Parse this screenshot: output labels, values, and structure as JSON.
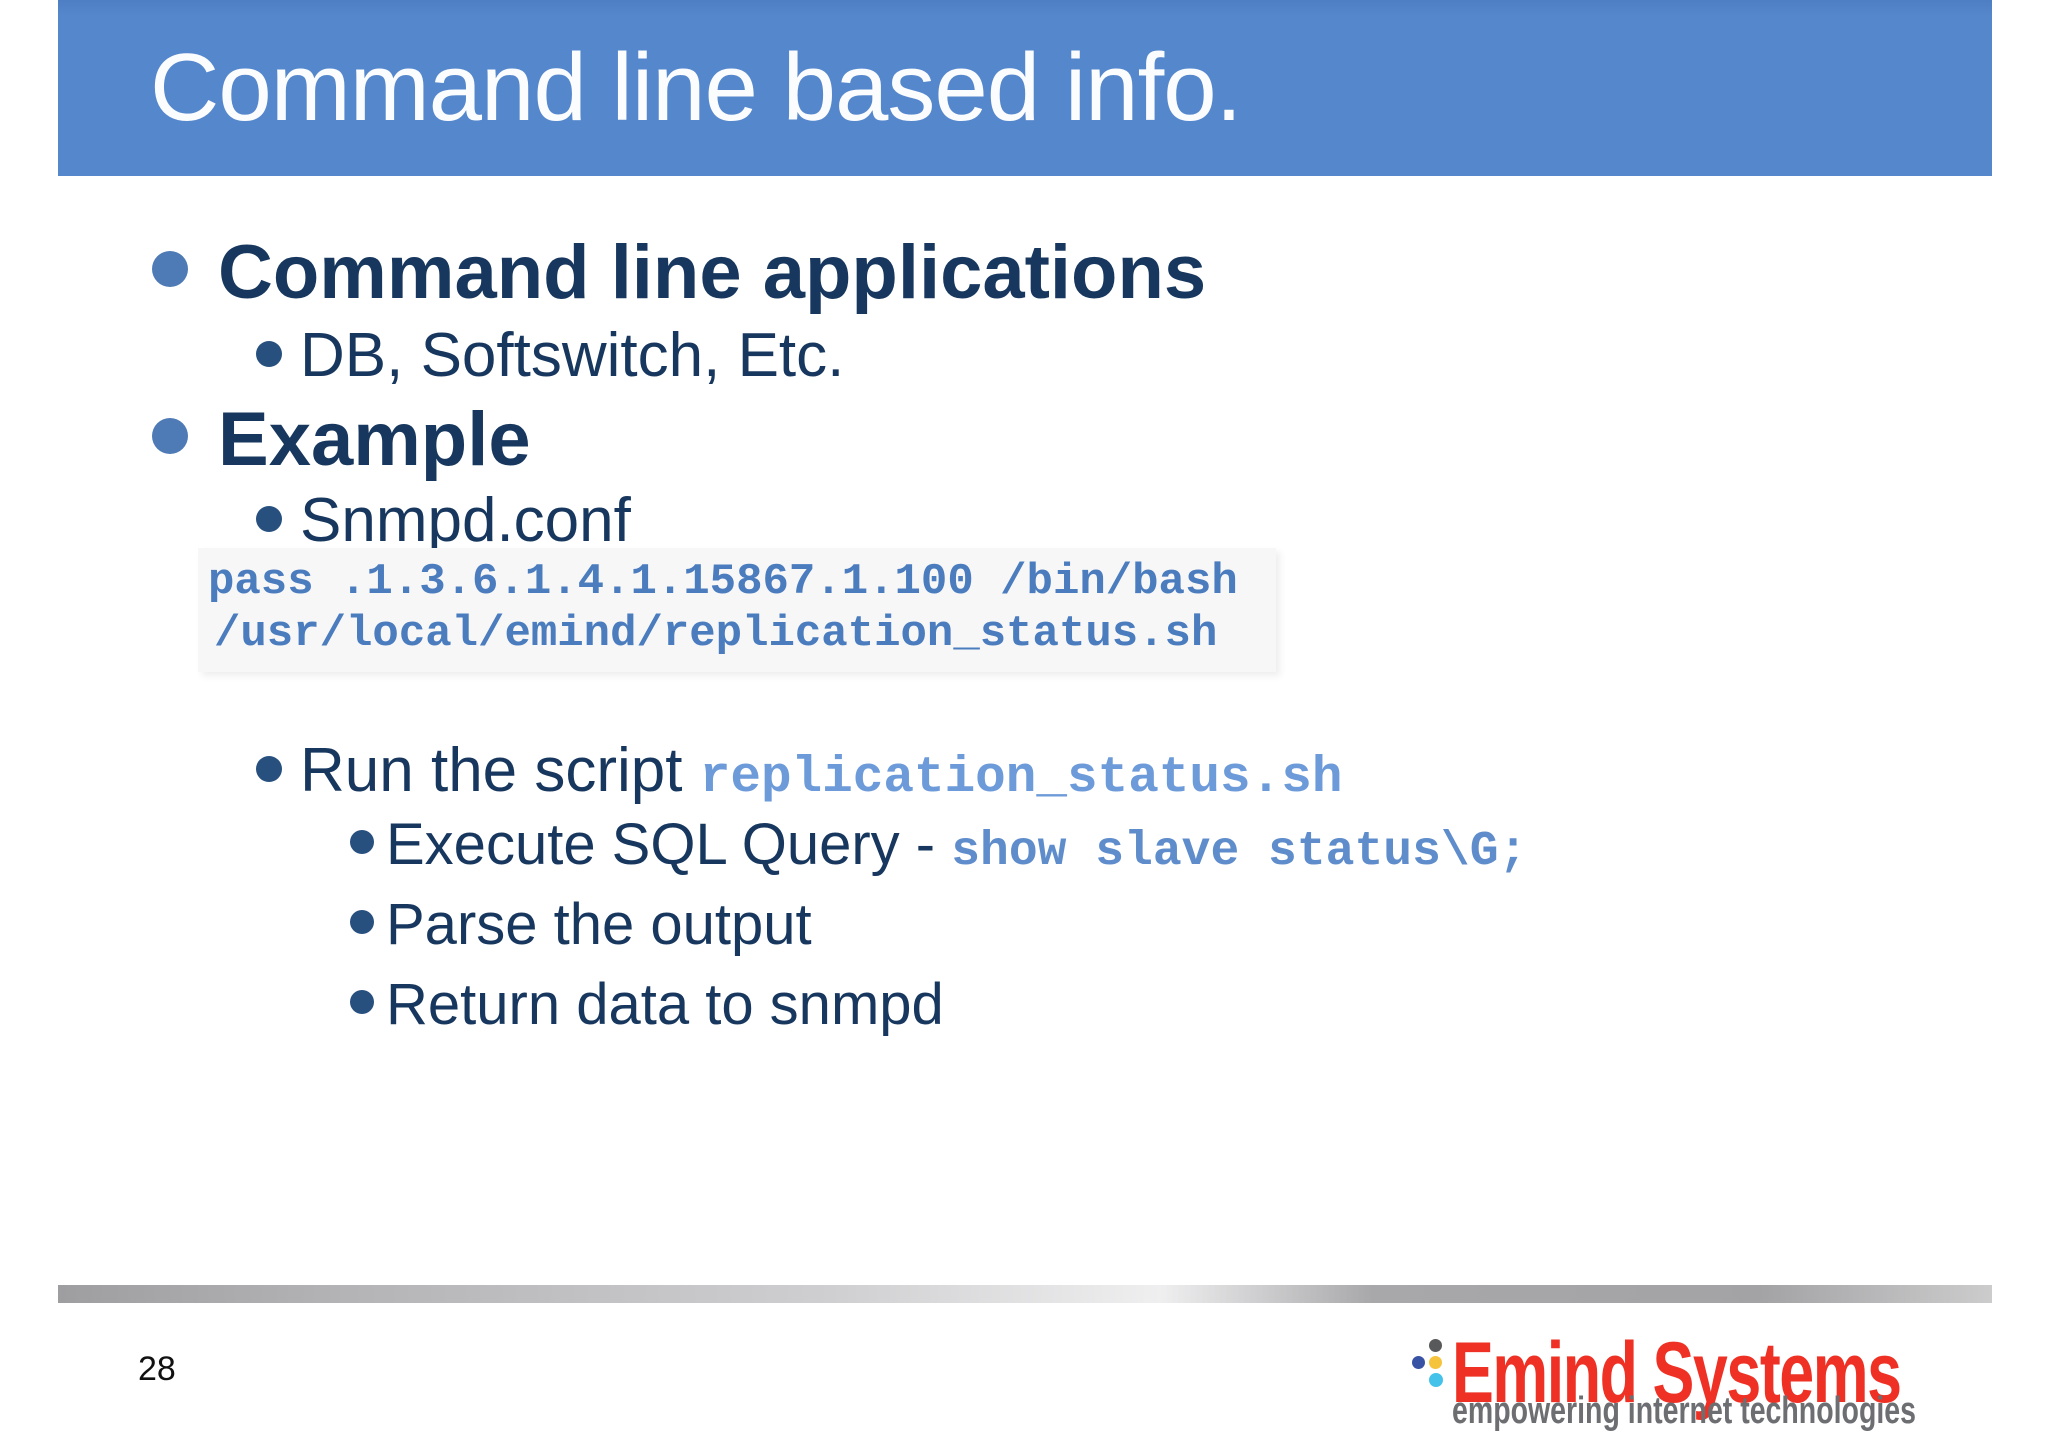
{
  "slide": {
    "title": "Command line based info."
  },
  "content": {
    "item1": {
      "label": "Command line applications"
    },
    "item1_sub": {
      "label": "DB, Softswitch, Etc."
    },
    "item2": {
      "label": "Example"
    },
    "item2_sub": {
      "label": "Snmpd.conf"
    },
    "snmpd_conf_code": {
      "line1": "pass .1.3.6.1.4.1.15867.1.100 /bin/bash",
      "line2": "/usr/local/emind/replication_status.sh"
    },
    "run_script": {
      "text": "Run the script ",
      "code": "replication_status.sh"
    },
    "steps": {
      "execute": {
        "text": "Execute SQL Query - ",
        "code": "show slave status\\G;"
      },
      "parse": {
        "label": "Parse the output"
      },
      "return": {
        "label": "Return data to snmpd"
      }
    }
  },
  "footer": {
    "page_number": "28",
    "logo_name": "Emind Systems",
    "logo_tagline": "empowering internet technologies"
  },
  "colors": {
    "header_bg": "#5587CD",
    "title_text": "#FBFCFE",
    "body_navy": "#17375E",
    "l1_bullet_blue": "#4E7AB6",
    "sub_bullet_navy": "#27507F",
    "code_block_blue": "#4A7CBE",
    "inline_code_blue": "#6D9BD9",
    "sql_code_blue": "#5F8DCB",
    "footer_bar_gray": "#A8A8AA",
    "logo_red": "#EE3124",
    "logo_tagline_gray": "#6D6E71",
    "logo_dot_gray": "#58595B",
    "logo_dot_blue": "#3953A4",
    "logo_dot_yellow": "#F5C33C",
    "logo_dot_cyan": "#45C2EA",
    "page_number_black": "#111111"
  }
}
